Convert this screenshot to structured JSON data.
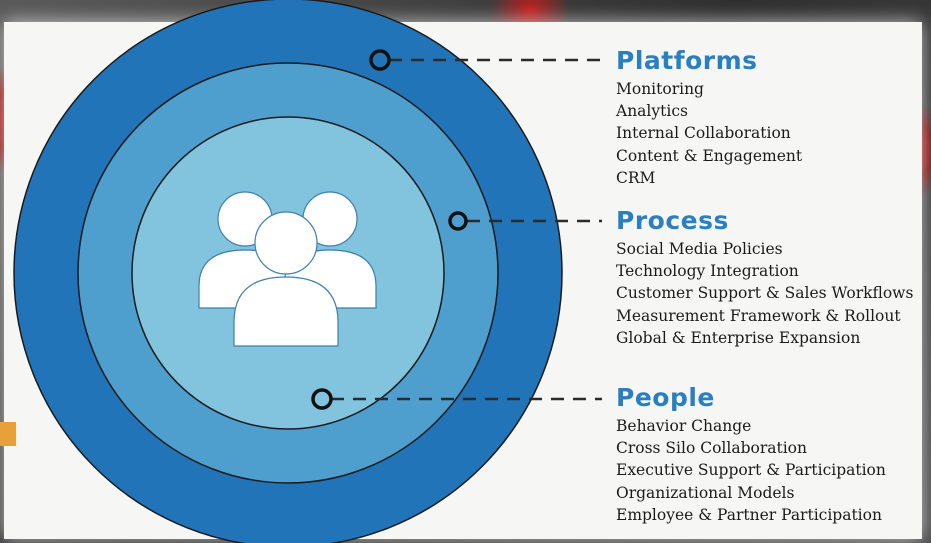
{
  "colors": {
    "outer_ring": "#2174b7",
    "middle_ring": "#4f9fce",
    "inner_circle": "#82c3de",
    "title": "#2a7fc1",
    "text": "#1b1b1b",
    "icon": "#ffffff"
  },
  "center_icon": "people-group-icon",
  "sections": [
    {
      "title": "Platforms",
      "items": [
        "Monitoring",
        "Analytics",
        "Internal Collaboration",
        "Content & Engagement",
        "CRM"
      ]
    },
    {
      "title": "Process",
      "items": [
        "Social Media Policies",
        "Technology Integration",
        "Customer Support & Sales Workflows",
        "Measurement Framework & Rollout",
        "Global & Enterprise Expansion"
      ]
    },
    {
      "title": "People",
      "items": [
        "Behavior Change",
        "Cross Silo Collaboration",
        "Executive Support & Participation",
        "Organizational Models",
        "Employee & Partner Participation"
      ]
    }
  ]
}
